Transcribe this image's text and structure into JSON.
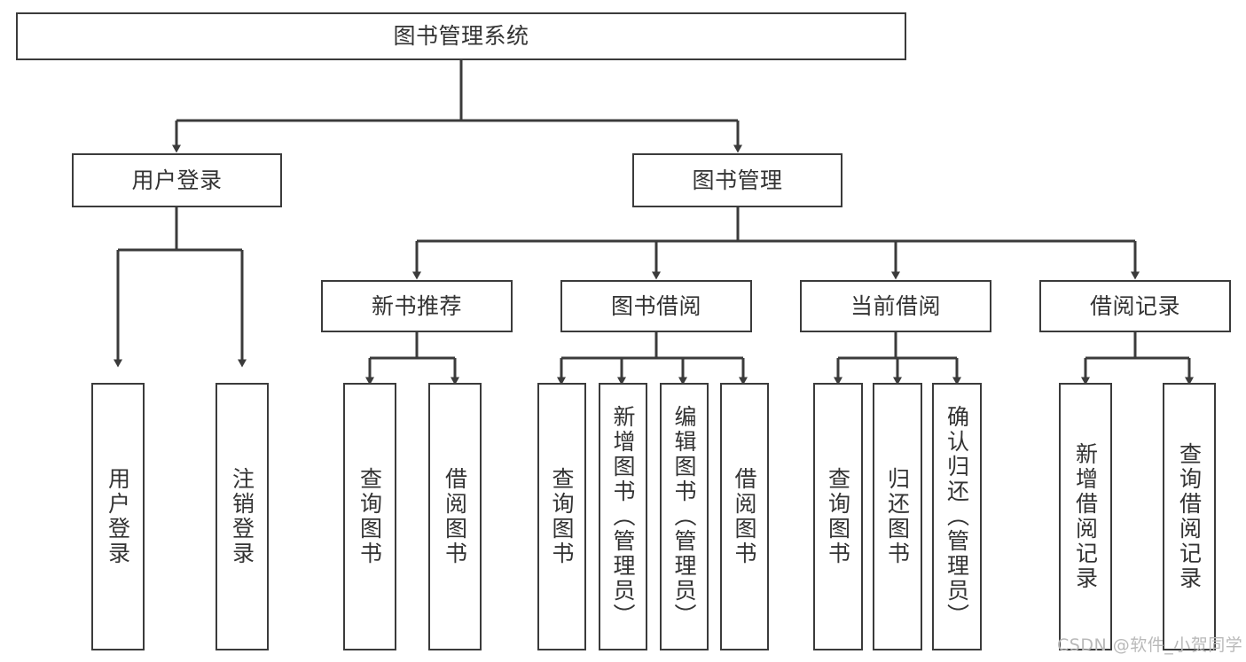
{
  "diagram": {
    "title": "图书管理系统",
    "type": "tree-hierarchy",
    "line_color": "#3b3b3b",
    "text_color": "#333333",
    "background": "#ffffff",
    "watermark": "CSDN @软件_小贺同学"
  },
  "nodes": {
    "root": {
      "label": "图书管理系统"
    },
    "level2": [
      {
        "label": "用户登录"
      },
      {
        "label": "图书管理"
      }
    ],
    "level3": [
      {
        "label": "新书推荐"
      },
      {
        "label": "图书借阅"
      },
      {
        "label": "当前借阅"
      },
      {
        "label": "借阅记录"
      }
    ],
    "leaves": {
      "user_login": [
        {
          "label": "用户登录"
        },
        {
          "label": "注销登录"
        }
      ],
      "new_book_recommend": [
        {
          "label": "查询图书"
        },
        {
          "label": "借阅图书"
        }
      ],
      "book_borrow": [
        {
          "label": "查询图书"
        },
        {
          "label": "新增图书（管理员）"
        },
        {
          "label": "编辑图书（管理员）"
        },
        {
          "label": "借阅图书"
        }
      ],
      "current_borrow": [
        {
          "label": "查询图书"
        },
        {
          "label": "归还图书"
        },
        {
          "label": "确认归还（管理员）"
        }
      ],
      "borrow_record": [
        {
          "label": "新增借阅记录"
        },
        {
          "label": "查询借阅记录"
        }
      ]
    }
  }
}
